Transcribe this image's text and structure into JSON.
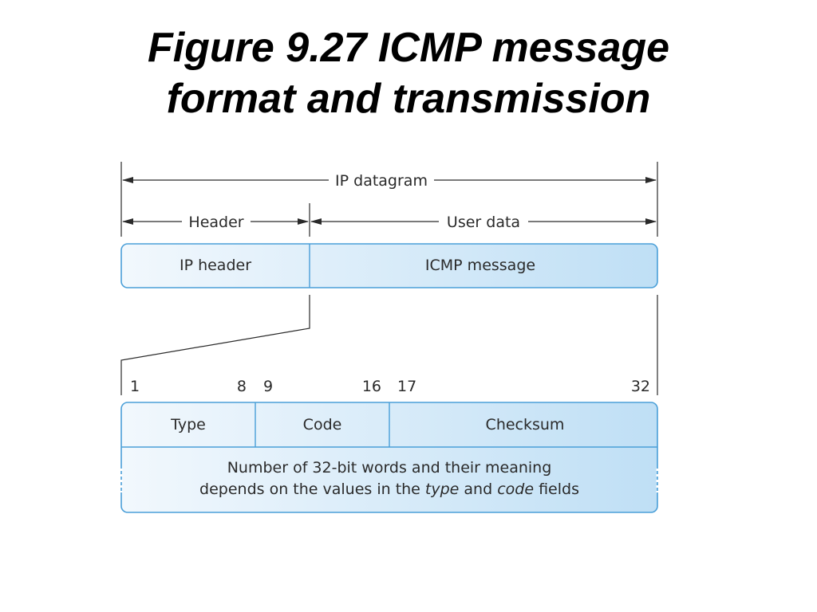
{
  "title": {
    "line1": "Figure 9.27 ICMP message",
    "line2": "format and transmission"
  },
  "dimensions": {
    "ip_datagram": "IP datagram",
    "header": "Header",
    "user_data": "User data"
  },
  "datagram": {
    "ip_header": "IP header",
    "icmp_message": "ICMP message"
  },
  "bit_positions": [
    "1",
    "8",
    "9",
    "16",
    "17",
    "32"
  ],
  "icmp": {
    "type": "Type",
    "code": "Code",
    "checksum": "Checksum",
    "body_line1": "Number of 32-bit words and their meaning",
    "body_line2_pre": "depends on the values in the ",
    "body_line2_type": "type",
    "body_line2_mid": " and ",
    "body_line2_code": "code",
    "body_line2_post": " fields"
  },
  "colors": {
    "box_light": "#f2f8fd",
    "box_dark": "#bfdff5",
    "box_stroke": "#4a9fd8"
  }
}
